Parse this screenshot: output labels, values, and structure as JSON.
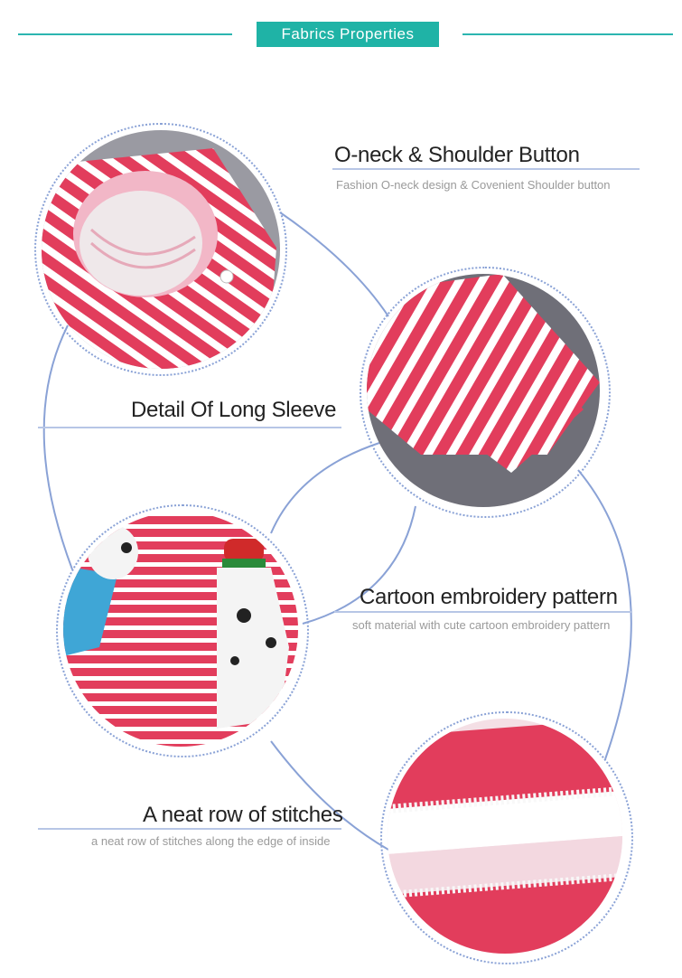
{
  "header": {
    "title": "Fabrics Properties"
  },
  "colors": {
    "accent_teal": "#1fb3a6",
    "connector_blue": "#8aa2d6",
    "stripe_red": "#e23d5c",
    "stripe_white": "#ffffff"
  },
  "features": [
    {
      "title": "O-neck & Shoulder Button",
      "subtitle": "Fashion  O-neck design & Covenient Shoulder button"
    },
    {
      "title": "Detail Of Long Sleeve",
      "subtitle": ""
    },
    {
      "title": "Cartoon embroidery pattern",
      "subtitle": "soft  material with cute cartoon embroidery pattern"
    },
    {
      "title": "A neat row of stitches",
      "subtitle": "a neat row of stitches along the edge of inside"
    }
  ]
}
